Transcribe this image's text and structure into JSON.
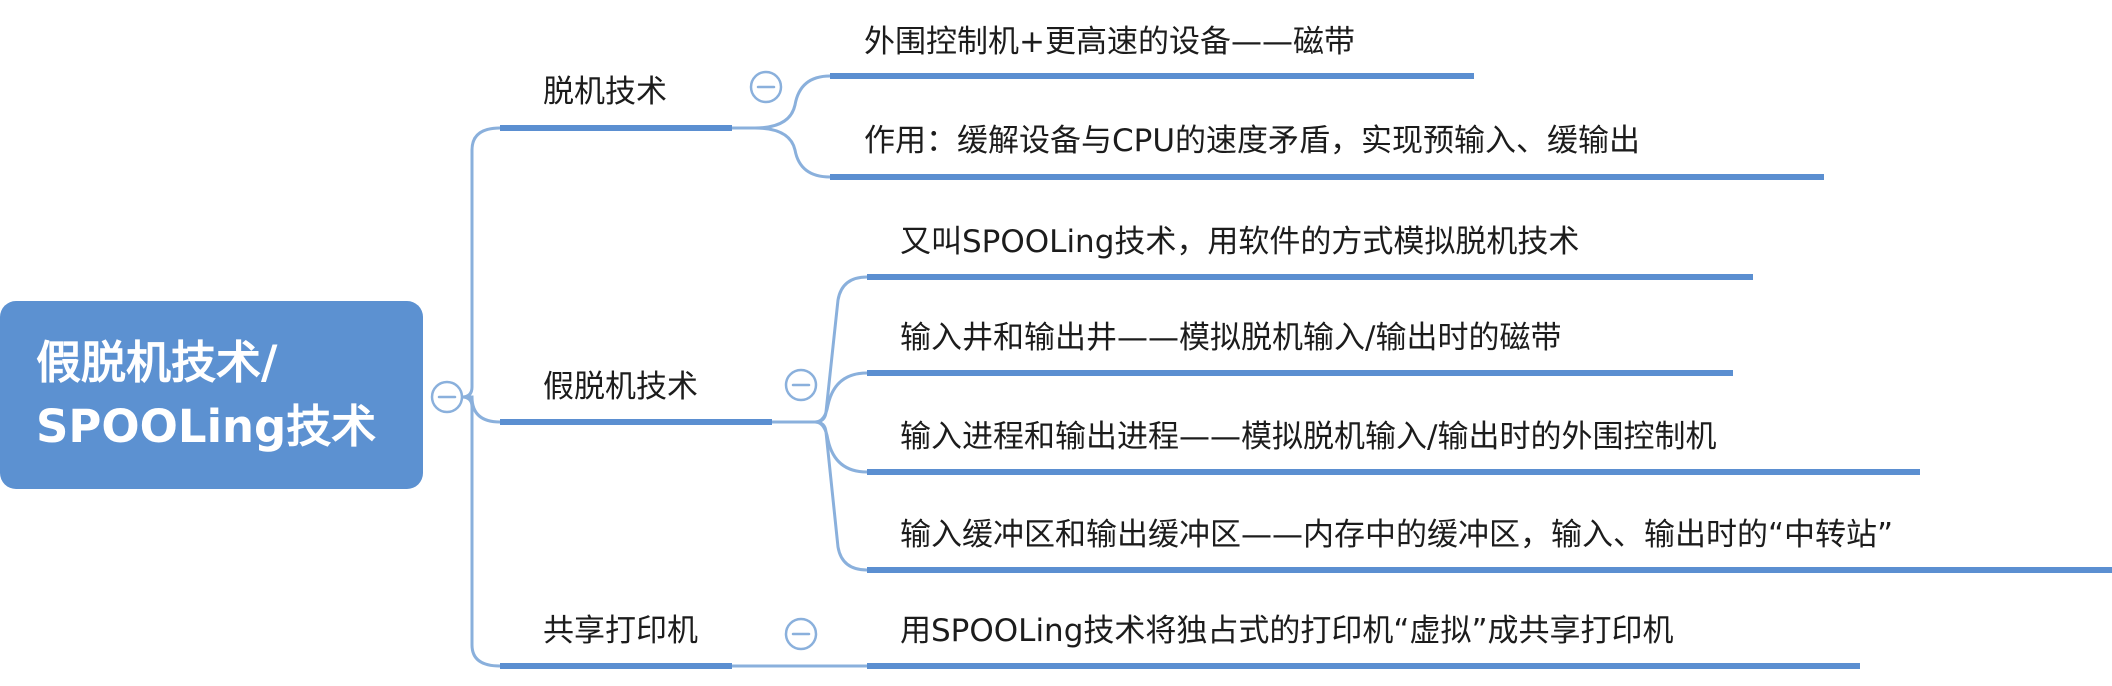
{
  "root": {
    "line1": "假脱机技术/",
    "line2": "SPOOLing技术"
  },
  "branches": [
    {
      "label": "脱机技术",
      "children": [
        "外围控制机+更高速的设备——磁带",
        "作用：缓解设备与CPU的速度矛盾，实现预输入、缓输出"
      ]
    },
    {
      "label": "假脱机技术",
      "children": [
        "又叫SPOOLing技术，用软件的方式模拟脱机技术",
        "输入井和输出井——模拟脱机输入/输出时的磁带",
        "输入进程和输出进程——模拟脱机输入/输出时的外围控制机",
        "输入缓冲区和输出缓冲区——内存中的缓冲区，输入、输出时的“中转站”"
      ]
    },
    {
      "label": "共享打印机",
      "children": [
        "用SPOOLing技术将独占式的打印机“虚拟”成共享打印机"
      ]
    }
  ],
  "colors": {
    "root_fill": "#5c91d1",
    "underline": "#5b8fd1",
    "connector": "#8ab0dc",
    "text": "#1c1c1c"
  }
}
